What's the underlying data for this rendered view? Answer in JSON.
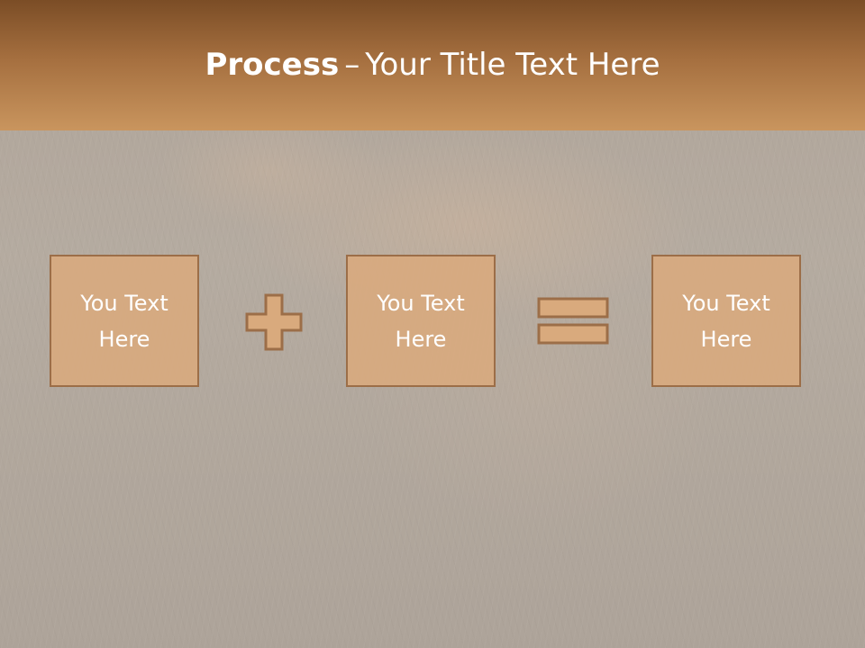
{
  "header": {
    "title_bold": "Process",
    "title_separator": "–",
    "title_rest": "Your Title Text Here"
  },
  "boxes": [
    {
      "text": "You Text Here"
    },
    {
      "text": "You Text Here"
    },
    {
      "text": "You Text Here"
    }
  ],
  "operators": {
    "first": "plus-icon",
    "second": "equals-icon"
  },
  "colors": {
    "header_dark": "#7b4d26",
    "header_light": "#c9955e",
    "box_fill": "#d9aa7d",
    "box_border": "#9c6e48",
    "text": "#ffffff"
  }
}
